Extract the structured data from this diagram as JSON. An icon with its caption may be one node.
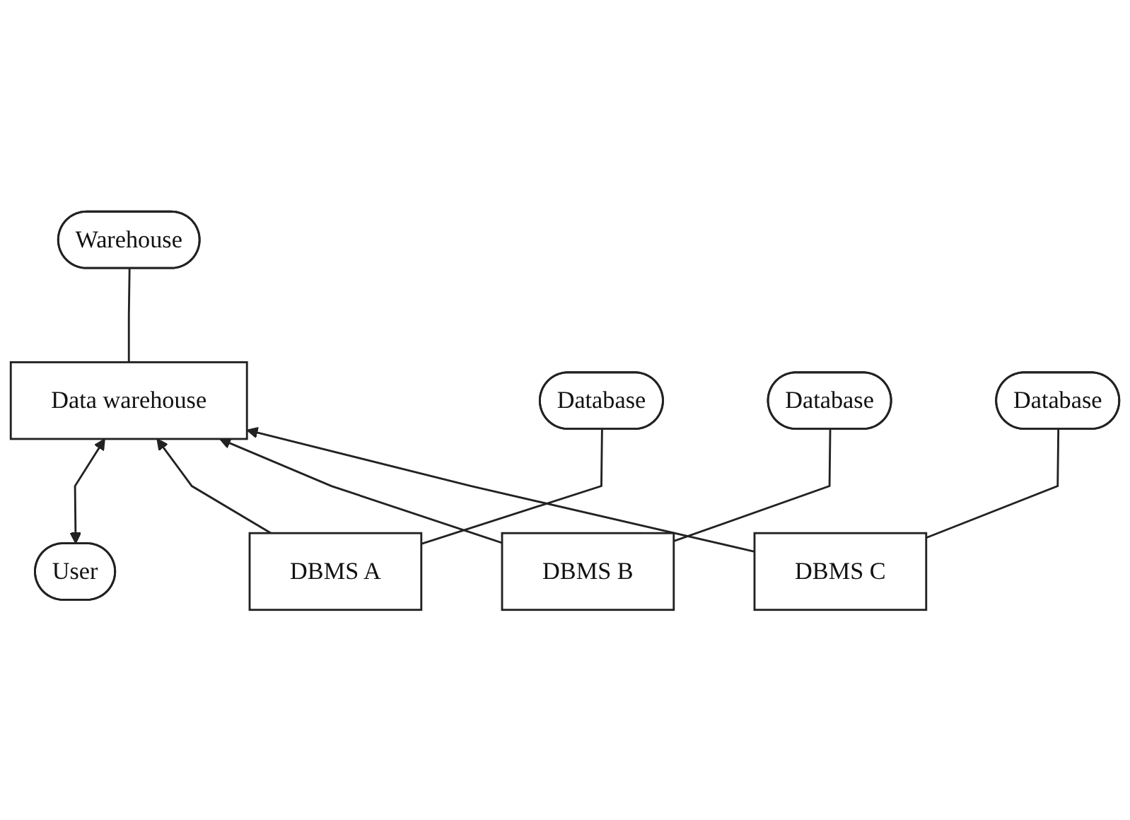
{
  "diagram": {
    "nodes": [
      {
        "text": [
          "User"
        ]
      },
      {
        "text": [
          "Data warehouse"
        ]
      },
      {
        "text": [
          "Warehouse"
        ]
      },
      {
        "text": [
          "DBMS A"
        ]
      },
      {
        "text": [
          "DBMS B"
        ]
      },
      {
        "text": [
          "DBMS C"
        ]
      },
      {
        "text": [
          "Database"
        ]
      },
      {
        "text": [
          "Database"
        ]
      },
      {
        "text": [
          "Database"
        ]
      }
    ],
    "edges": [
      {
        "from": 0,
        "to": 1,
        "arrow": "both"
      },
      {
        "from": 1,
        "to": 2,
        "arrow": "none"
      },
      {
        "from": 3,
        "to": 1,
        "arrow": "to"
      },
      {
        "from": 4,
        "to": 1,
        "arrow": "to"
      },
      {
        "from": 5,
        "to": 1,
        "arrow": "to"
      },
      {
        "from": 3,
        "to": 6,
        "arrow": "none"
      },
      {
        "from": 4,
        "to": 7,
        "arrow": "none"
      },
      {
        "from": 5,
        "to": 8,
        "arrow": "none"
      }
    ]
  }
}
